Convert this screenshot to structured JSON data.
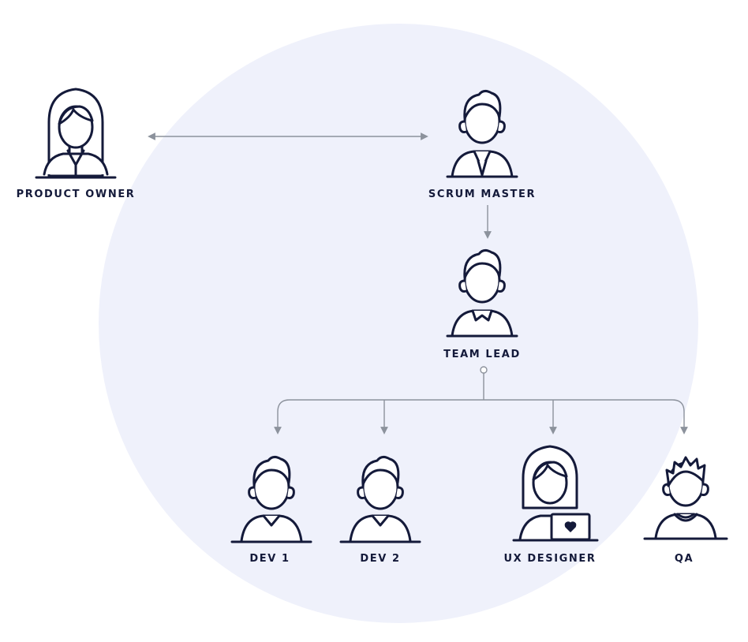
{
  "colors": {
    "background": "#ffffff",
    "circle": "#eff1fb",
    "ink": "#141a3a",
    "connector": "#8c929c"
  },
  "roles": {
    "product_owner": {
      "label": "PRODUCT OWNER",
      "icon": "woman-long-hair-icon"
    },
    "scrum_master": {
      "label": "SCRUM MASTER",
      "icon": "man-with-tie-icon"
    },
    "team_lead": {
      "label": "TEAM LEAD",
      "icon": "man-collar-icon"
    },
    "dev1": {
      "label": "DEV 1",
      "icon": "man-v-neck-icon"
    },
    "dev2": {
      "label": "DEV 2",
      "icon": "man-v-neck-icon"
    },
    "ux_designer": {
      "label": "UX DESIGNER",
      "icon": "woman-with-laptop-icon"
    },
    "qa": {
      "label": "QA",
      "icon": "man-spiky-hair-icon"
    }
  }
}
